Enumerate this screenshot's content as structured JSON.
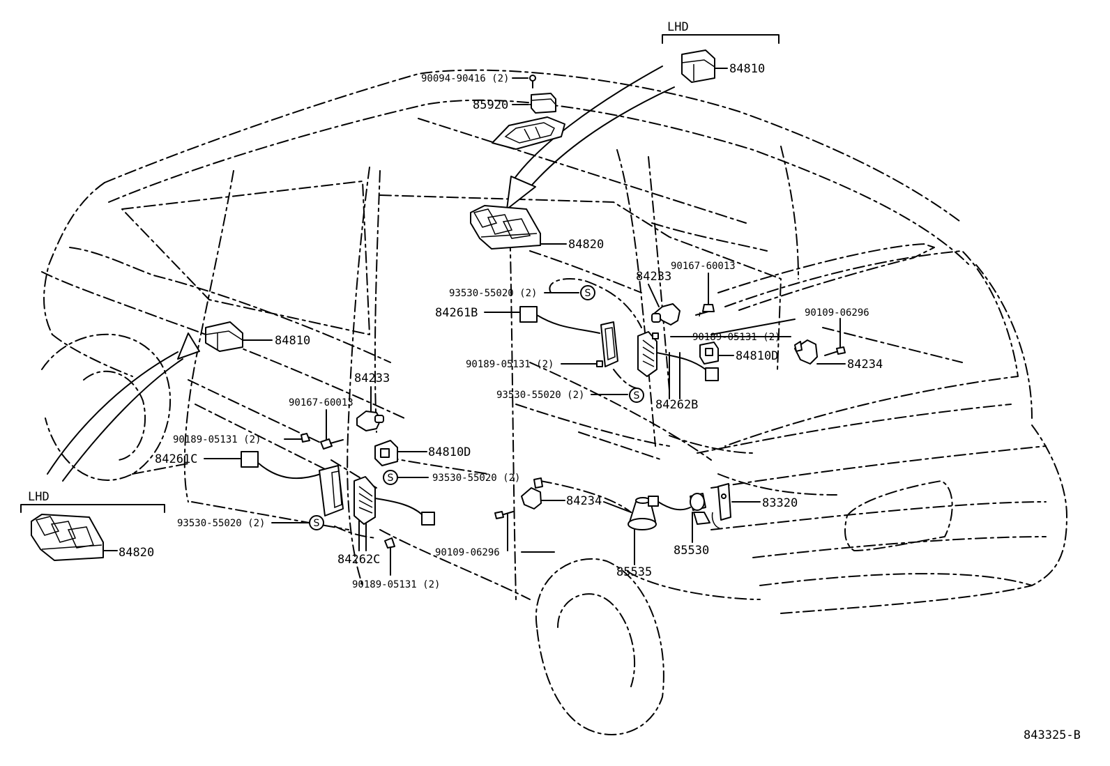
{
  "region_labels": {
    "lhd_top": "LHD",
    "lhd_bottom": "LHD"
  },
  "symbol": "S",
  "part_labels": {
    "p84810_top": "84810",
    "p90094": "90094-90416 (2)",
    "p85920": "85920",
    "p84820_center": "84820",
    "p90167_right": "90167-60013",
    "p84233_right": "84233",
    "p93530_r1": "93530-55020 (2)",
    "p84261B": "84261B",
    "p90109_right": "90109-06296",
    "p90189_r1": "90189-05131 (2)",
    "p84810D_right": "84810D",
    "p84234_right": "84234",
    "p90189_r2": "90189-05131 (2)",
    "p93530_r2": "93530-55020 (2)",
    "p84262B": "84262B",
    "p84810_left": "84810",
    "p84233_left": "84233",
    "p90167_left": "90167-60013",
    "p90189_l1": "90189-05131 (2)",
    "p84810D_left": "84810D",
    "p84261C": "84261C",
    "p93530_l1": "93530-55020 (2)",
    "p93530_l2": "93530-55020 (2)",
    "p84234_mid": "84234",
    "p83320": "83320",
    "p85530": "85530",
    "p90109_mid": "90109-06296",
    "p85535": "85535",
    "p84262C": "84262C",
    "p90189_l2": "90189-05131 (2)",
    "p84820_left": "84820"
  },
  "diagram_code": "843325-B"
}
